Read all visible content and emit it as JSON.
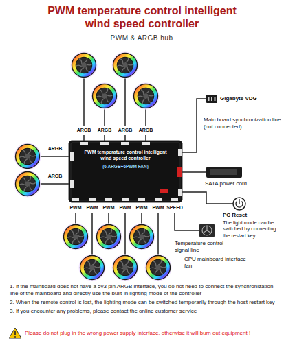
{
  "diagram": {
    "title": "PWM temperature control intelligent wind speed controller",
    "nodes": [
      {
        "text": [
          "PWM temperature control intelligent wind speed controller",
          "(6 ARGB+6PWM FAN)"
        ]
      }
    ],
    "labels": [
      "PWM & ARGB hub",
      "ARGB",
      "ARGB",
      "ARGB",
      "ARGB",
      "ARGB",
      "ARGB",
      "PWM",
      "PWM",
      "PWM",
      "PWM",
      "PWM",
      "PWM",
      "SPEED",
      "Gigabyte VDG",
      "Main board synchronization line (not connected)",
      "SATA power cord",
      "PC Reset",
      "The light mode can be switched by connecting the restart key",
      "Temperature control signal line",
      "CPU mainboard interface fan",
      "1. If the mainboard does not have a 5v3 pin ARGB interface, you do not need to connect the synchronization line of the mainboard and directly use the built-in lighting mode of the controller",
      "2. When the remote control is lost, the lighting mode can be switched temporarily through the host restart key",
      "3. If you encounter any problems, please contact the online customer service",
      "Please do not plug in the wrong power supply interface, otherwise it will burn out equipment !"
    ]
  }
}
